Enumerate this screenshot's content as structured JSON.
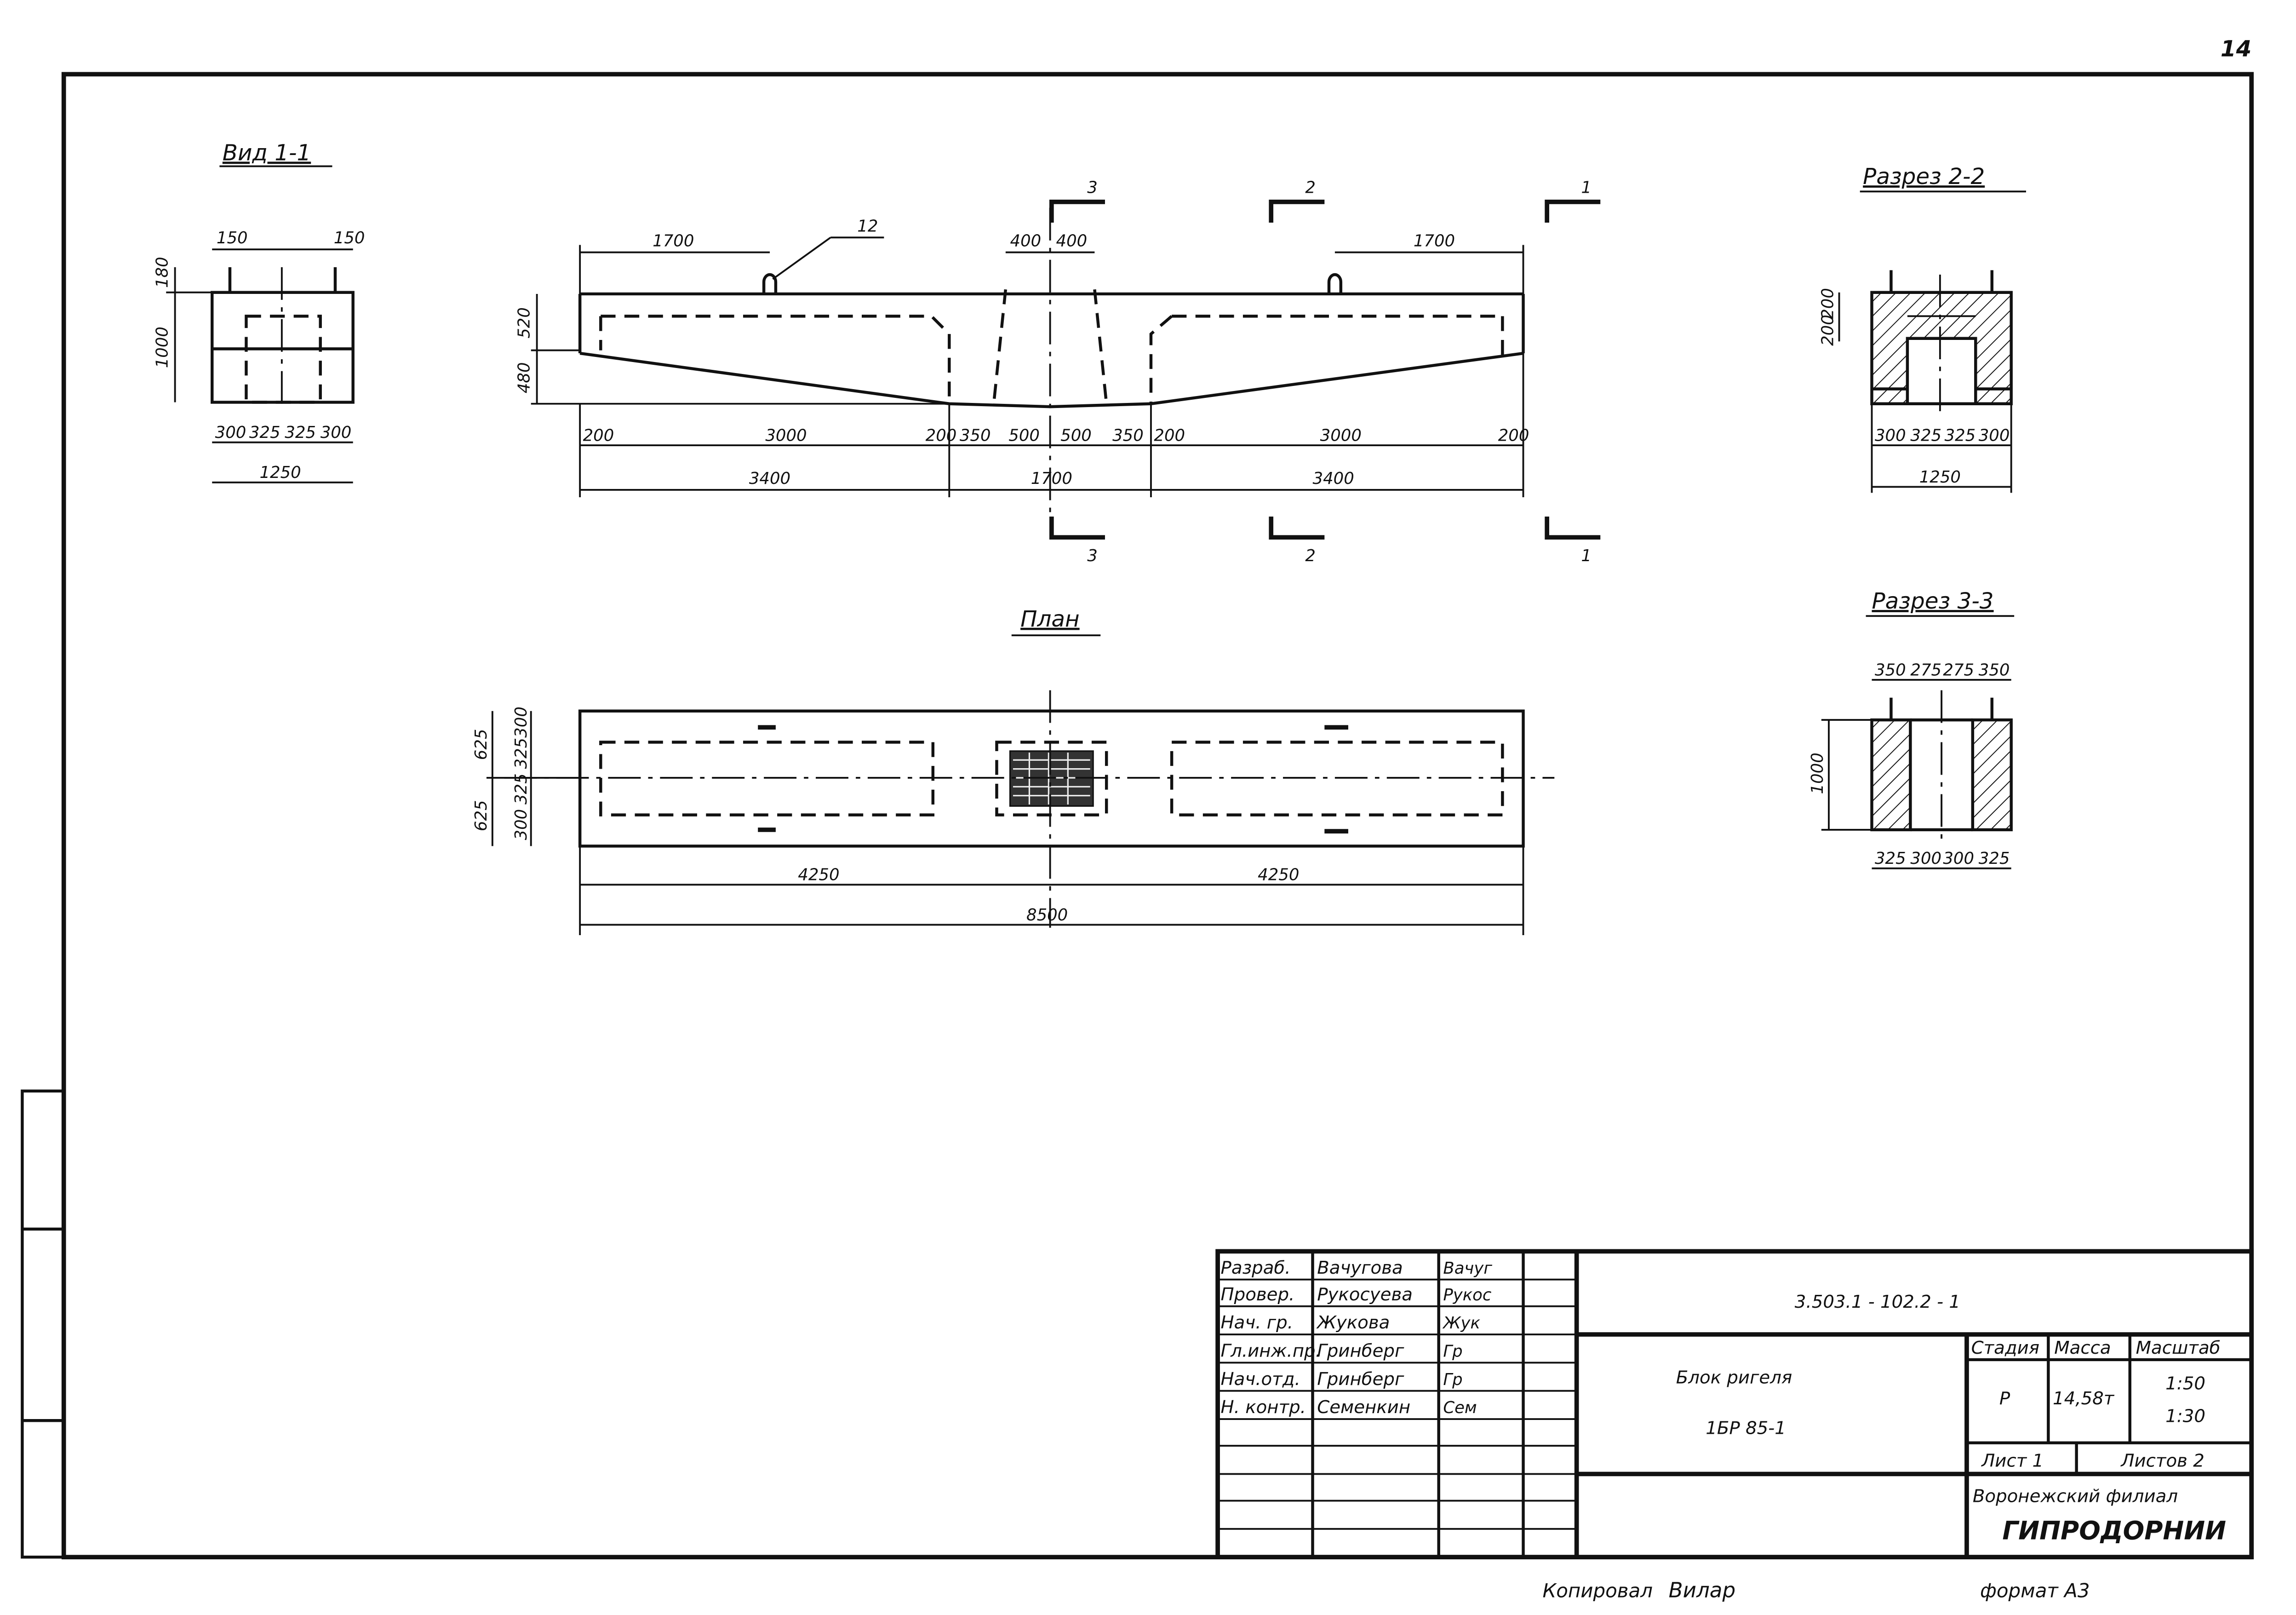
{
  "sheet": {
    "page_number": "14",
    "copied_label": "Копировал",
    "copied_signature": "Вилар",
    "format_label": "формат А3"
  },
  "views": {
    "view_1_1": {
      "title": "Вид 1-1",
      "dims": [
        "150",
        "150",
        "180",
        "1000",
        "300",
        "325",
        "325",
        "300",
        "1250"
      ]
    },
    "elevation": {
      "top_dims": [
        "1700",
        "400",
        "400",
        "1700"
      ],
      "hook_mark": "12",
      "height_dims": [
        "520",
        "480"
      ],
      "bottom_dims": [
        "200",
        "3000",
        "200",
        "350",
        "500",
        "500",
        "350",
        "200",
        "3000",
        "200"
      ],
      "total_dims": [
        "3400",
        "1700",
        "3400"
      ],
      "section_marks": [
        "3",
        "2",
        "1"
      ]
    },
    "plan": {
      "title": "План",
      "left_dims": [
        "625",
        "625",
        "300",
        "325",
        "325",
        "300"
      ],
      "bottom_dims": [
        "4250",
        "4250"
      ],
      "total": "8500"
    },
    "section_2_2": {
      "title": "Разрез 2-2",
      "dims": [
        "200",
        "200",
        "300",
        "325",
        "325",
        "300",
        "1250"
      ]
    },
    "section_3_3": {
      "title": "Разрез 3-3",
      "top_dims": [
        "350",
        "275",
        "275",
        "350"
      ],
      "height": "1000",
      "bottom_dims": [
        "325",
        "300",
        "300",
        "325"
      ]
    }
  },
  "title_block": {
    "roles": [
      {
        "role": "Разраб.",
        "name": "Вачугова",
        "sign": "Вачуг"
      },
      {
        "role": "Провер.",
        "name": "Рукосуева",
        "sign": "Рукос"
      },
      {
        "role": "Нач. гр.",
        "name": "Жукова",
        "sign": "Жук"
      },
      {
        "role": "Гл.инж.пр.",
        "name": "Гринберг",
        "sign": "Гр"
      },
      {
        "role": "Нач.отд.",
        "name": "Гринберг",
        "sign": "Гр"
      },
      {
        "role": "Н. контр.",
        "name": "Семенкин",
        "sign": "Сем"
      }
    ],
    "doc_code": "3.503.1 - 102.2 - 1",
    "name_line1": "Блок ригеля",
    "name_line2": "1БР 85-1",
    "stage_header": "Стадия",
    "mass_header": "Масса",
    "scale_header": "Масштаб",
    "stage": "Р",
    "mass": "14,58т",
    "scale1": "1:50",
    "scale2": "1:30",
    "sheet": "Лист 1",
    "sheets": "Листов 2",
    "org_line1": "Воронежский филиал",
    "org_line2": "ГИПРОДОРНИИ"
  }
}
